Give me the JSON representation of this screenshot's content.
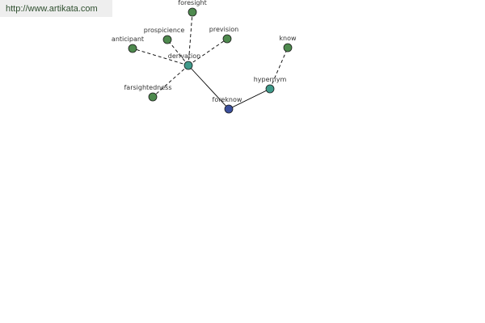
{
  "header": {
    "url": "http://www.artikata.com"
  },
  "colors": {
    "leaf": "#4e8a4e",
    "relation": "#3f9a8a",
    "root": "#3b4f9c"
  },
  "graph": {
    "nodes": [
      {
        "id": "foresight",
        "label": "foresight",
        "kind": "leaf"
      },
      {
        "id": "prospicience",
        "label": "prospicience",
        "kind": "leaf"
      },
      {
        "id": "prevision",
        "label": "prevision",
        "kind": "leaf"
      },
      {
        "id": "anticipant",
        "label": "anticipant",
        "kind": "leaf"
      },
      {
        "id": "farsightedness",
        "label": "farsightedness",
        "kind": "leaf"
      },
      {
        "id": "know",
        "label": "know",
        "kind": "leaf"
      },
      {
        "id": "derivation",
        "label": "derivation",
        "kind": "relation"
      },
      {
        "id": "hypernym",
        "label": "hypernym",
        "kind": "relation"
      },
      {
        "id": "foreknow",
        "label": "foreknow",
        "kind": "root"
      }
    ],
    "edges": [
      {
        "from": "foreknow",
        "to": "derivation",
        "style": "solid"
      },
      {
        "from": "foreknow",
        "to": "hypernym",
        "style": "solid"
      },
      {
        "from": "derivation",
        "to": "foresight",
        "style": "dashed"
      },
      {
        "from": "derivation",
        "to": "prospicience",
        "style": "dashed"
      },
      {
        "from": "derivation",
        "to": "prevision",
        "style": "dashed"
      },
      {
        "from": "derivation",
        "to": "anticipant",
        "style": "dashed"
      },
      {
        "from": "derivation",
        "to": "farsightedness",
        "style": "dashed"
      },
      {
        "from": "hypernym",
        "to": "know",
        "style": "dashed"
      }
    ]
  }
}
